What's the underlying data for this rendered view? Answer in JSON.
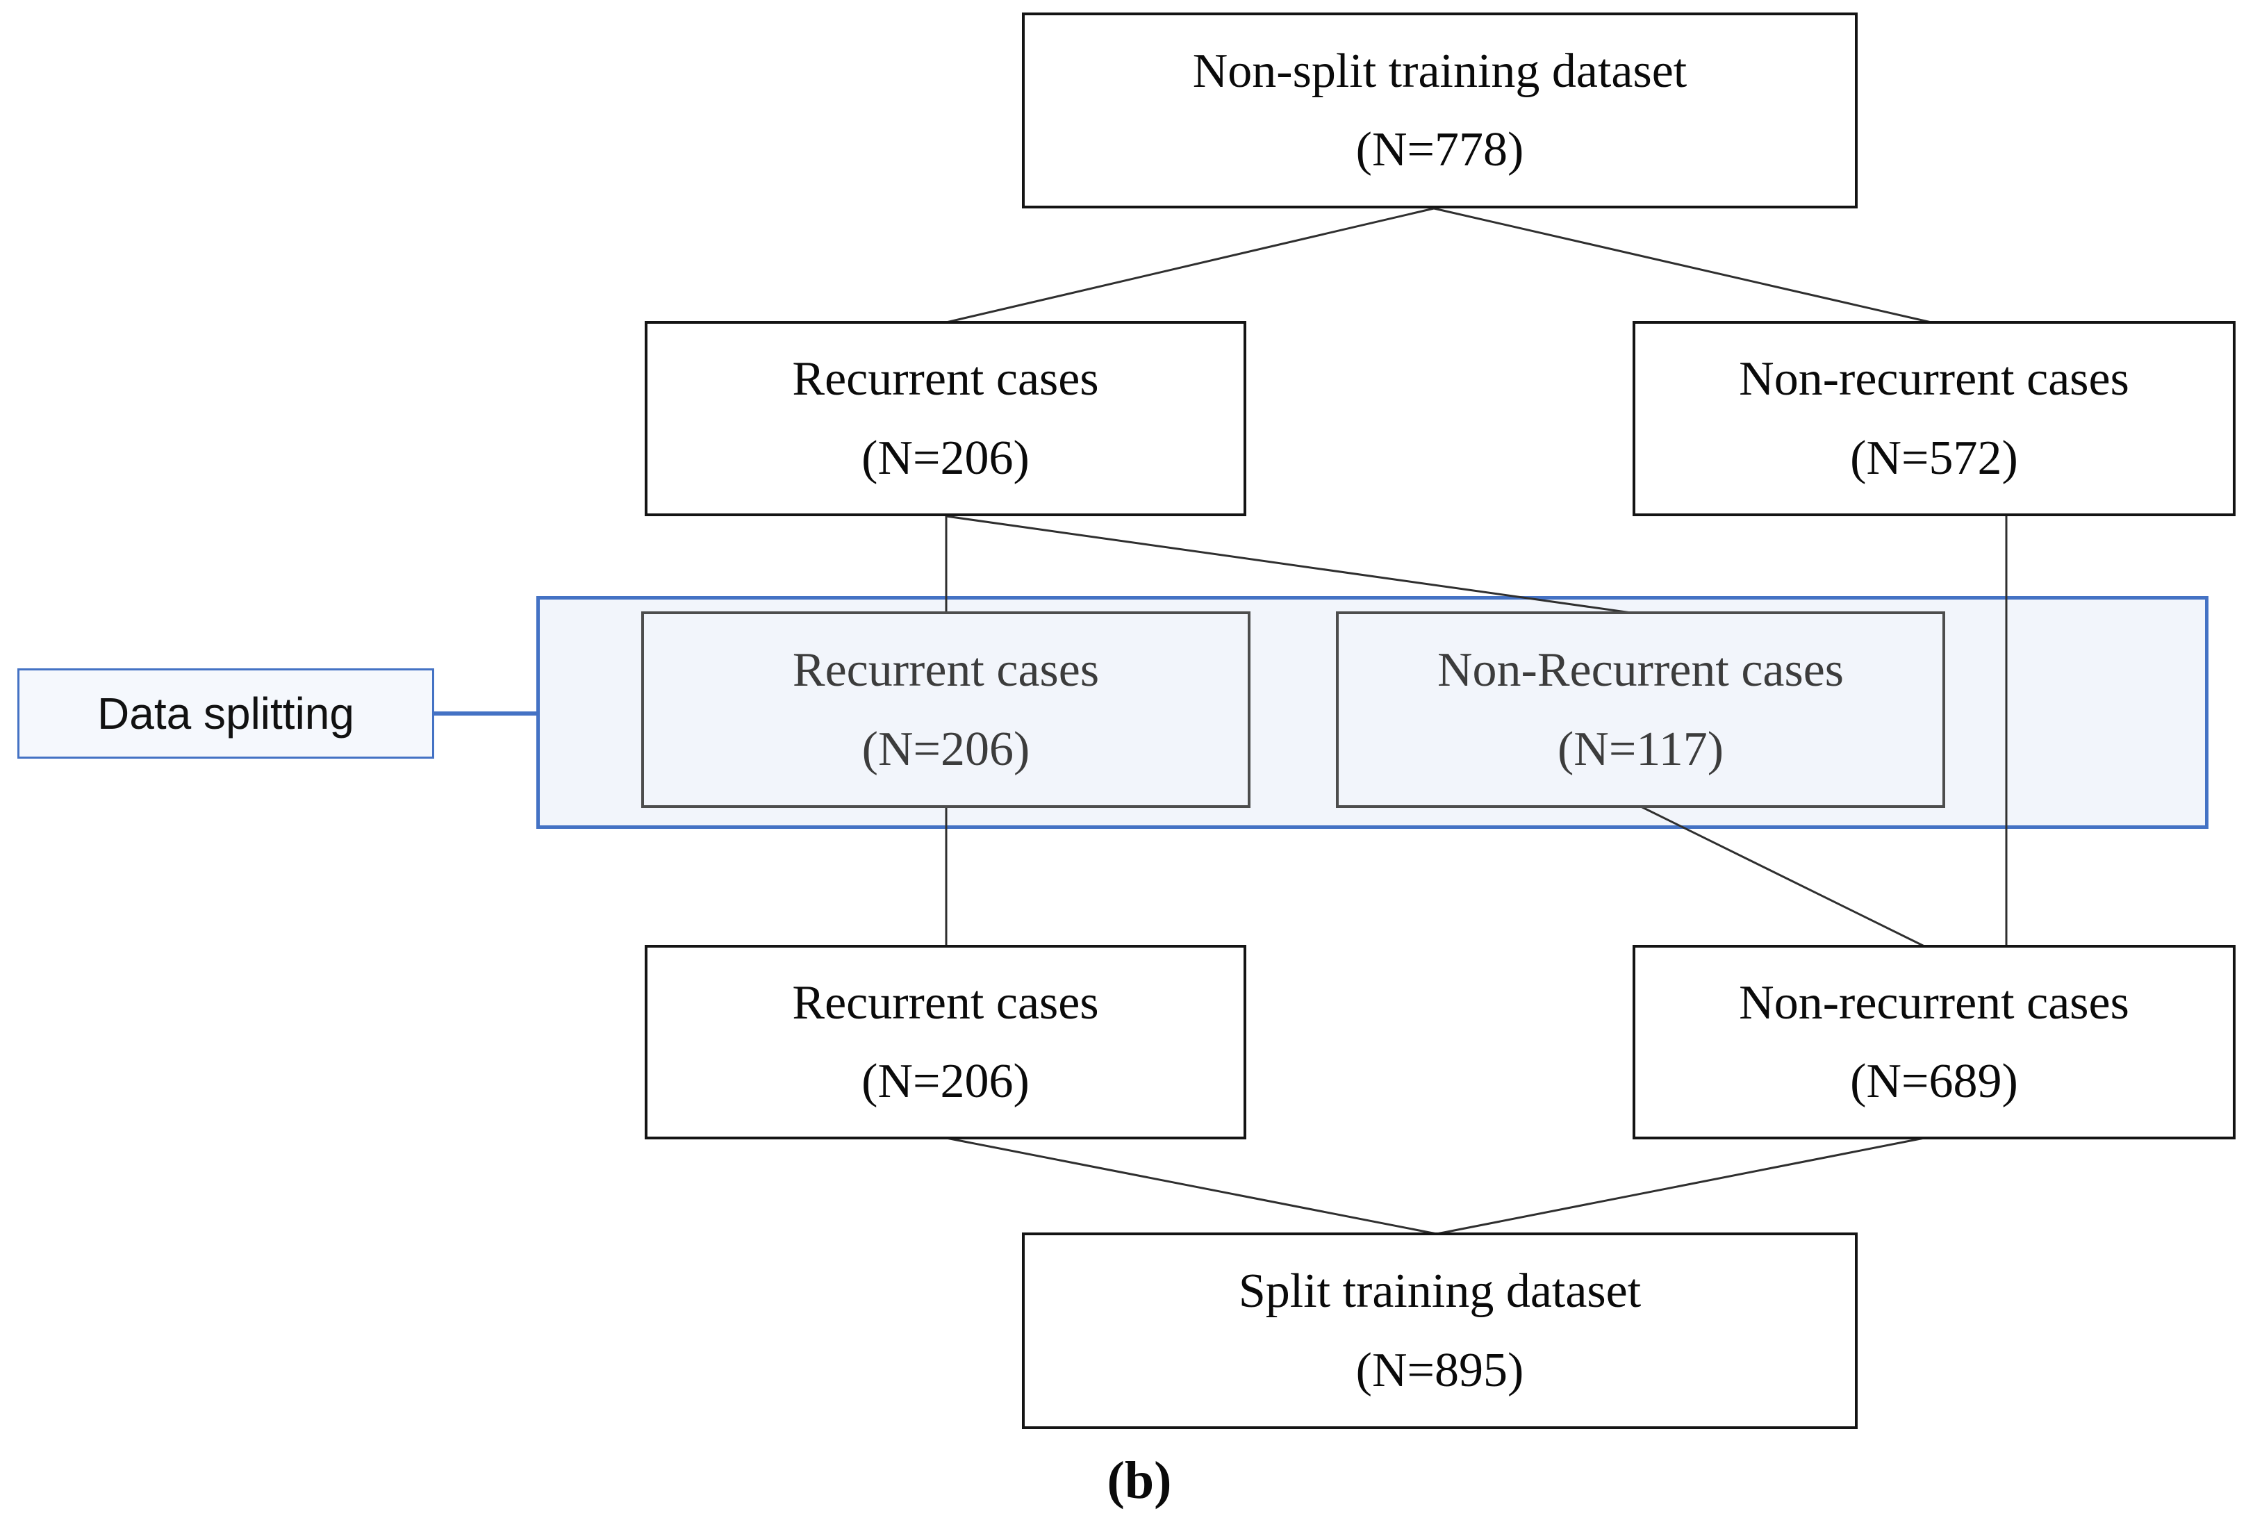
{
  "figure": {
    "caption": "(b)",
    "region_label": "Data splitting",
    "colors": {
      "accent_blue": "#4472C4",
      "region_fill": "#F2F5FB",
      "outer_box_border": "#141414",
      "inner_box_border": "#4D4D4D",
      "inner_text": "#3C3C3C",
      "connector": "#2F2F2F"
    },
    "nodes": {
      "top": {
        "label": "Non-split training dataset",
        "count": "(N=778)"
      },
      "row2_left": {
        "label": "Recurrent cases",
        "count": "(N=206)"
      },
      "row2_right": {
        "label": "Non-recurrent cases",
        "count": "(N=572)"
      },
      "inner_left": {
        "label": "Recurrent cases",
        "count": "(N=206)"
      },
      "inner_right": {
        "label": "Non-Recurrent cases",
        "count": "(N=117)"
      },
      "row3_left": {
        "label": "Recurrent cases",
        "count": "(N=206)"
      },
      "row3_right": {
        "label": "Non-recurrent cases",
        "count": "(N=689)"
      },
      "bottom": {
        "label": "Split training dataset",
        "count": "(N=895)"
      }
    }
  }
}
